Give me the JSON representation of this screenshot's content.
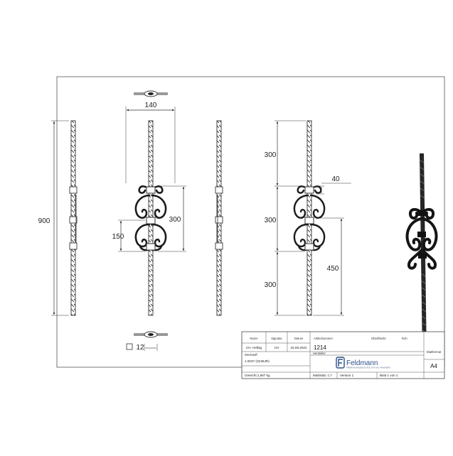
{
  "dimensions": {
    "overall_height": "900",
    "width": "140",
    "scroll_height": "300",
    "scroll_half": "150",
    "bar_section": "12",
    "segment_top": "300",
    "segment_mid": "300",
    "segment_bottom": "300",
    "collar": "40",
    "scroll_span": "450"
  },
  "title_block": {
    "headers": {
      "role": "Name",
      "signature": "Signatur",
      "date": "Datum",
      "article_number": "Artikelnummer",
      "surface": "Oberfläche:",
      "surface_value": "Roh",
      "manufacturer": "Hersteller",
      "sheet_format": "Blattformat"
    },
    "values": {
      "creator": "CH. Helbig",
      "creator_sig": "CH",
      "date": "15.06.2022",
      "article_number": "1214",
      "material_label": "Werkstoff:",
      "material": "1.0037 (S235JR)",
      "weight": "Gewicht:1,667 kg",
      "scale": "Maßstab: 1:7",
      "version": "Version 1",
      "sheet": "Blatt 1 von 1",
      "format": "A4"
    },
    "logo": {
      "name": "Feldmann",
      "tagline": "PREMIUM BAUBESCHLÄGE FÜR DAS HANDWERK"
    }
  },
  "colors": {
    "line": "#333333",
    "metal": "#1c1c1c",
    "logo": "#2a4f86"
  }
}
